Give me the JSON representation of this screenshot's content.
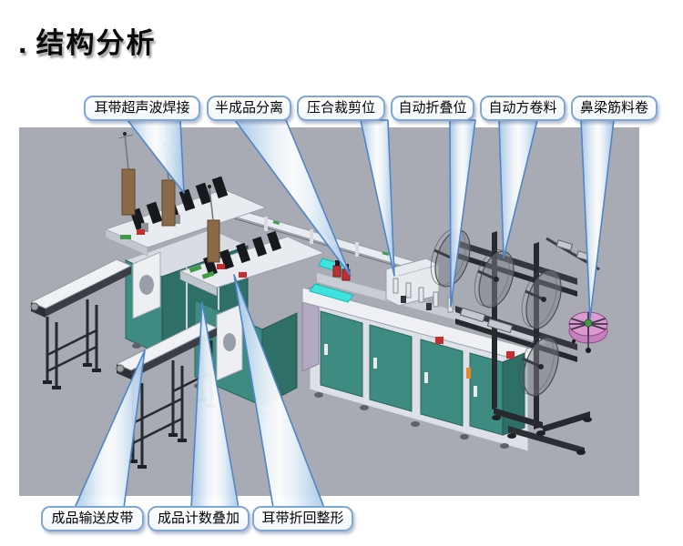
{
  "page": {
    "bullet": ".",
    "title": "结构分析"
  },
  "diagram": {
    "top_callouts": [
      {
        "label": "耳带超声波焊接"
      },
      {
        "label": "半成品分离"
      },
      {
        "label": "压合裁剪位"
      },
      {
        "label": "自动折叠位"
      },
      {
        "label": "自动方卷料"
      },
      {
        "label": "鼻梁筋料卷"
      }
    ],
    "bottom_callouts": [
      {
        "label": "成品输送皮带"
      },
      {
        "label": "成品计数叠加"
      },
      {
        "label": "耳带折回整形"
      }
    ],
    "colors": {
      "canvas_gray": "#a9abb4",
      "callout_border_blue": "#7ea6d8",
      "beam_edge_blue": "#4f86c6",
      "cabinet_teal": "#3d8b81",
      "highlight_cyan": "#3fe3de",
      "tower_brown": "#8a6a48",
      "material_roll_gray": "#7d828a",
      "nose_bridge_roll_pink": "#dc9ad2",
      "accent_red": "#c03030"
    }
  }
}
